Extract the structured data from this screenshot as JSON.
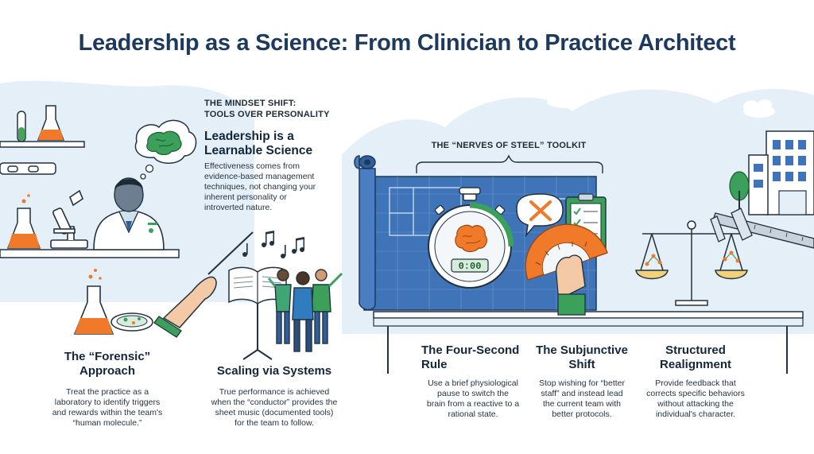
{
  "title": "Leadership as a Science: From Clinician to Practice Architect",
  "mindset": {
    "kicker_line1": "THE MINDSET SHIFT:",
    "kicker_line2": "TOOLS OVER PERSONALITY",
    "heading_line1": "Leadership is a",
    "heading_line2": "Learnable Science",
    "body_lines": [
      "Effectiveness comes from",
      "evidence-based management",
      "techniques, not changing your",
      "inherent personality or",
      "introverted nature."
    ]
  },
  "toolkit_label": "THE “NERVES OF STEEL” TOOLKIT",
  "stopwatch_display": "0:00",
  "sections": [
    {
      "id": "forensic",
      "title_lines": [
        "The “Forensic”",
        "Approach"
      ],
      "body_lines": [
        "Treat the practice as a",
        "laboratory to identify triggers",
        "and rewards within the team's",
        "“human molecule.”"
      ]
    },
    {
      "id": "scaling",
      "title_lines": [
        "Scaling via Systems"
      ],
      "body_lines": [
        "True performance is achieved",
        "when the “conductor” provides the",
        "sheet music (documented tools)",
        "for the team to follow."
      ]
    },
    {
      "id": "four-second",
      "title_lines": [
        "The Four-Second",
        "Rule"
      ],
      "body_lines": [
        "Use a brief physiological",
        "pause to switch the",
        "brain from a reactive to a",
        "rational state."
      ]
    },
    {
      "id": "subjunctive",
      "title_lines": [
        "The Subjunctive",
        "Shift"
      ],
      "body_lines": [
        "Stop wishing for “better",
        "staff” and instead lead",
        "the current team with",
        "better protocols."
      ]
    },
    {
      "id": "realignment",
      "title_lines": [
        "Structured",
        "Realignment"
      ],
      "body_lines": [
        "Provide feedback that",
        "corrects specific behaviors",
        "without attacking the",
        "individual's character."
      ]
    }
  ],
  "colors": {
    "title": "#1d3a5c",
    "blueprint": "#3f74b8",
    "accent_orange": "#f07a2a",
    "accent_green": "#3aa05a",
    "bg_blue": "#e3eef7"
  },
  "icons": [
    "brain-icon",
    "scientist-icon",
    "flask-icon",
    "microscope-icon",
    "petri-dish-icon",
    "baton-hand-icon",
    "music-notes-icon",
    "team-icon",
    "blueprint-icon",
    "stopwatch-icon",
    "x-mark-icon",
    "clipboard-checklist-icon",
    "protractor-hand-icon",
    "scale-icon",
    "caliper-icon",
    "building-icon",
    "tree-icon",
    "cloud-icon"
  ]
}
